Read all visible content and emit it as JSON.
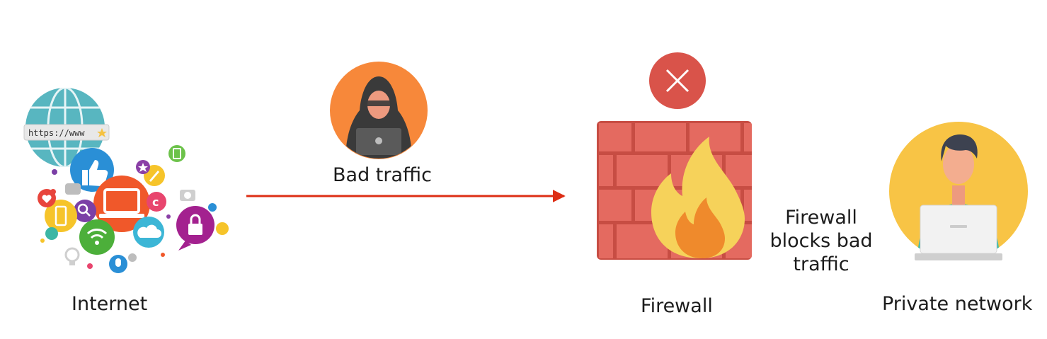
{
  "labels": {
    "internet": "Internet",
    "bad_traffic": "Bad traffic",
    "firewall": "Firewall",
    "firewall_blocks": "Firewall blocks bad traffic",
    "private_network": "Private network",
    "url_bar": "https://www"
  },
  "icons": {
    "internet": "internet-cluster-icon",
    "hacker": "hacker-icon",
    "blocked": "close-icon",
    "firewall": "brick-wall-fire-icon",
    "user": "laptop-user-icon"
  },
  "colors": {
    "arrow": "#dd2e15",
    "hacker_bg": "#f7883a",
    "block_badge": "#d9534a",
    "brick": "#e46a60",
    "mortar": "#c74d43",
    "flame_outer": "#f6d25a",
    "flame_inner": "#ef8a2c",
    "user_bg": "#f8c445",
    "shirt": "#2fb8aa"
  }
}
